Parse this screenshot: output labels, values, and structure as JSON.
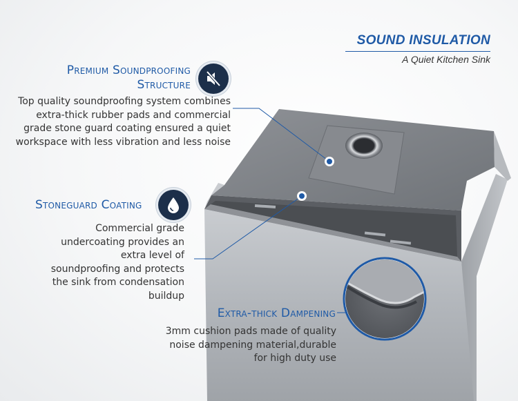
{
  "header": {
    "title": "SOUND INSULATION",
    "subtitle": "A Quiet Kitchen Sink"
  },
  "features": [
    {
      "heading_line1": "Premium Soundproofing",
      "heading_line2": "Structure",
      "icon": "mute-speaker-icon",
      "body": "Top quality soundproofing system combines extra-thick rubber pads and commercial grade stone guard coating ensured a quiet workspace with less vibration and less noise"
    },
    {
      "heading": "Stoneguard Coating",
      "icon": "water-drop-icon",
      "body": "Commercial grade undercoating provides an extra level of soundproofing and protects the sink from condensation buildup"
    },
    {
      "heading": "Extra-thick Dampening",
      "body": "3mm cushion pads made of quality noise dampening material,durable for high duty use"
    }
  ],
  "colors": {
    "accent": "#1f5aa6",
    "icon_background": "#1c2f4a",
    "text": "#333333"
  }
}
